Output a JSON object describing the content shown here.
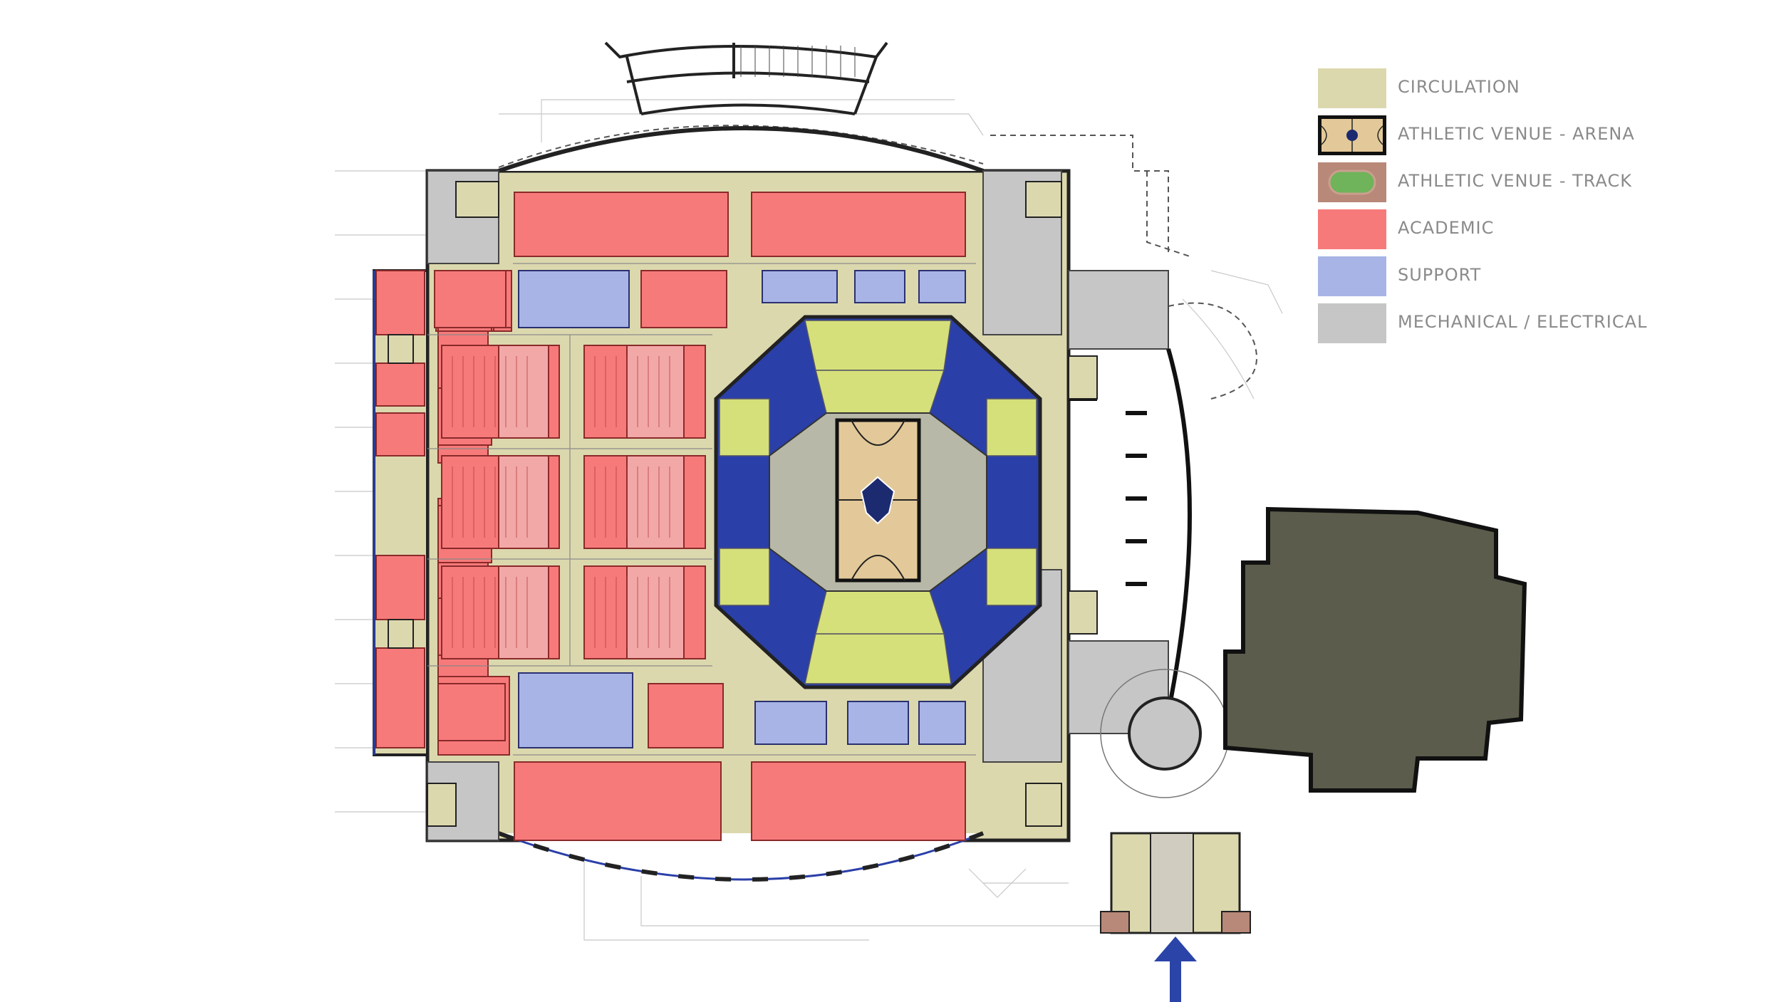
{
  "legend": {
    "items": [
      {
        "label": "CIRCULATION",
        "color": "#dcd8ae",
        "swatch": "plain"
      },
      {
        "label": "ATHLETIC VENUE - ARENA",
        "color": "#e3c999",
        "swatch": "court"
      },
      {
        "label": "ATHLETIC VENUE - TRACK",
        "color": "#b88878",
        "swatch": "track"
      },
      {
        "label": "ACADEMIC",
        "color": "#f77a7a",
        "swatch": "plain"
      },
      {
        "label": "SUPPORT",
        "color": "#a8b4e6",
        "swatch": "plain"
      },
      {
        "label": "MECHANICAL / ELECTRICAL",
        "color": "#c6c6c6",
        "swatch": "plain"
      }
    ]
  },
  "colors": {
    "circulation": "#dcd8ae",
    "academic": "#f77a7a",
    "academic_light": "#f3a8a8",
    "support": "#a8b4e6",
    "mechanical": "#c6c6c6",
    "court": "#e3c999",
    "seating_blue": "#2a3fa8",
    "seating_yellow": "#d6e07a",
    "neighbor_building": "#5c5c4c",
    "entry_arrow": "#2a44a8"
  }
}
